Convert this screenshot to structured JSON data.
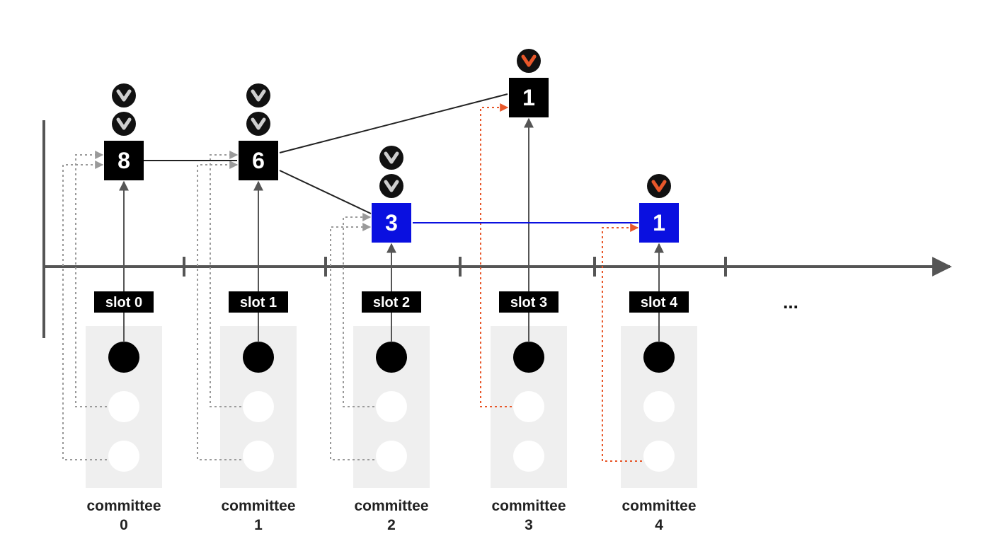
{
  "diagram": {
    "ellipsis": "...",
    "colors": {
      "black": "#000000",
      "blue": "#0a10e0",
      "orange": "#e8572a",
      "gray_arrow": "#9a9a9a",
      "committee_bg": "#efefef",
      "axis": "#555555"
    },
    "slots": [
      {
        "label": "slot 0",
        "committee_word": "committee",
        "committee_num": "0"
      },
      {
        "label": "slot 1",
        "committee_word": "committee",
        "committee_num": "1"
      },
      {
        "label": "slot 2",
        "committee_word": "committee",
        "committee_num": "2"
      },
      {
        "label": "slot 3",
        "committee_word": "committee",
        "committee_num": "3"
      },
      {
        "label": "slot 4",
        "committee_word": "committee",
        "committee_num": "4"
      }
    ],
    "blocks": [
      {
        "value": "8",
        "slot": 0,
        "color": "black",
        "votes": 2,
        "vote_color": "gray"
      },
      {
        "value": "6",
        "slot": 1,
        "color": "black",
        "votes": 2,
        "vote_color": "gray"
      },
      {
        "value": "3",
        "slot": 2,
        "color": "blue",
        "votes": 2,
        "vote_color": "gray"
      },
      {
        "value": "1",
        "slot": 3,
        "color": "black",
        "votes": 1,
        "vote_color": "orange"
      },
      {
        "value": "1",
        "slot": 4,
        "color": "blue",
        "votes": 1,
        "vote_color": "orange"
      }
    ],
    "vote_icon": "chevron-down-icon"
  }
}
